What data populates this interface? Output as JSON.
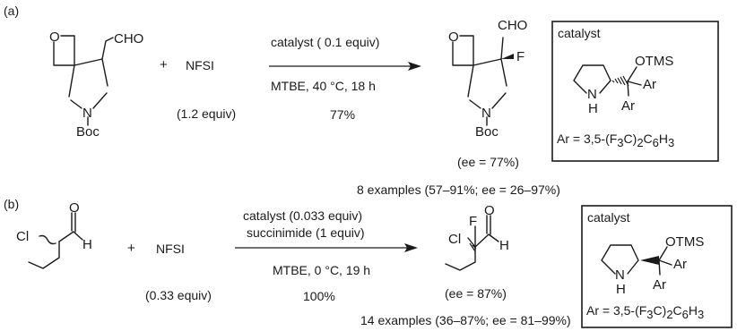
{
  "panel_a": {
    "label": "(a)",
    "substrate": {
      "aldehyde": "CHO",
      "oxygen": "O",
      "nitrogen": "N",
      "protecting_group": "Boc"
    },
    "plus": "+",
    "reagent": "NFSI",
    "reagent_equiv": "(1.2 equiv)",
    "conditions": {
      "above_arrow": "catalyst ( 0.1 equiv)",
      "below_arrow": "MTBE,  40 °C, 18 h",
      "yield": "77%"
    },
    "product": {
      "aldehyde": "CHO",
      "fluorine": "F",
      "oxygen": "O",
      "nitrogen": "N",
      "protecting_group": "Boc",
      "ee": "(ee = 77%)"
    },
    "catalyst_box": {
      "title": "catalyst",
      "otms": "OTMS",
      "ar_top": "Ar",
      "ar_bottom": "Ar",
      "nitrogen": "N",
      "hydrogen": "H",
      "ar_def_prefix": "Ar = 3,5-(F",
      "ar_def_sub1": "3",
      "ar_def_mid": "C)",
      "ar_def_sub2": "2",
      "ar_def_mid2": "C",
      "ar_def_sub3": "6",
      "ar_def_mid3": "H",
      "ar_def_sub4": "3"
    },
    "examples": "8 examples (57–91%; ee = 26–97%)"
  },
  "panel_b": {
    "label": "(b)",
    "substrate": {
      "chlorine": "Cl",
      "oxygen": "O",
      "hydrogen": "H"
    },
    "plus": "+",
    "reagent": "NFSI",
    "reagent_equiv": "(0.33 equiv)",
    "conditions": {
      "above_arrow_1": "catalyst (0.033 equiv)",
      "above_arrow_2": "succinimide (1 equiv)",
      "below_arrow": "MTBE, 0 °C, 19 h",
      "yield": "100%"
    },
    "product": {
      "fluorine": "F",
      "chlorine": "Cl",
      "oxygen": "O",
      "hydrogen": "H",
      "ee": "(ee = 87%)"
    },
    "catalyst_box": {
      "title": "catalyst",
      "otms": "OTMS",
      "ar_top": "Ar",
      "ar_bottom": "Ar",
      "nitrogen": "N",
      "hydrogen": "H",
      "ar_def_prefix": "Ar = 3,5-(F",
      "ar_def_sub1": "3",
      "ar_def_mid": "C)",
      "ar_def_sub2": "2",
      "ar_def_mid2": "C",
      "ar_def_sub3": "6",
      "ar_def_mid3": "H",
      "ar_def_sub4": "3"
    },
    "examples": "14 examples (36–87%; ee = 81–99%)"
  }
}
